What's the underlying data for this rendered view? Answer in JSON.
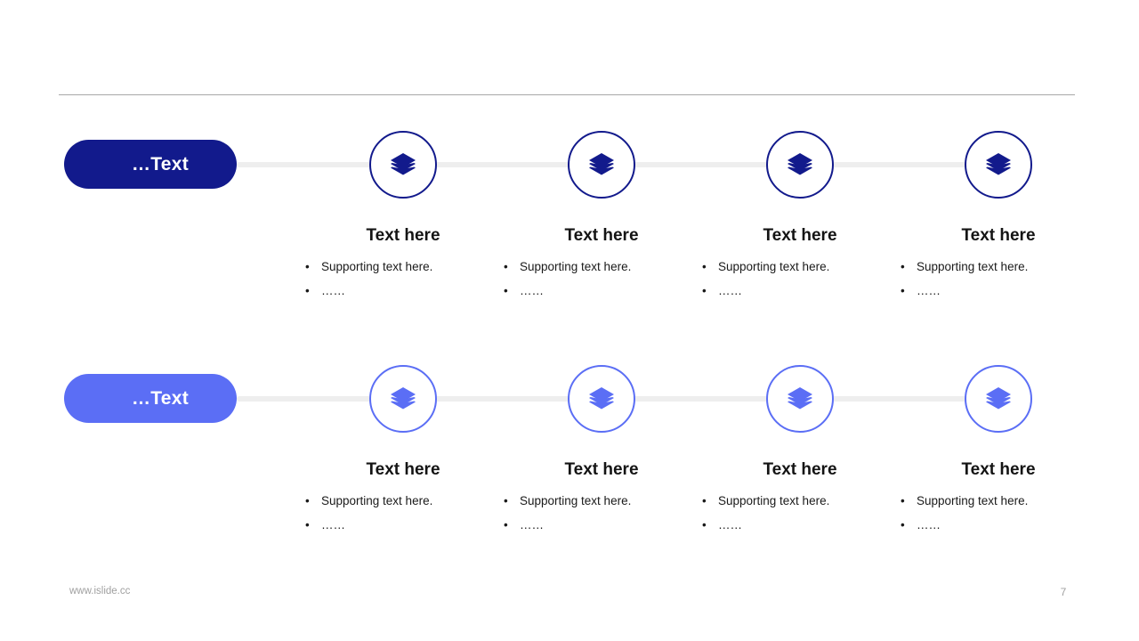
{
  "slide": {
    "background_color": "#ffffff",
    "divider_color": "#a8a8a8",
    "rail_color": "#eeeeee"
  },
  "theme": {
    "dark_blue": "#121a8c",
    "light_blue": "#5b6ef5",
    "title_color": "#141414",
    "body_color": "#1a1a1a",
    "footer_color": "#a0a0a0"
  },
  "rows": [
    {
      "id": "row-1",
      "accent": "#121a8c",
      "pill_label": "…Text",
      "nodes": [
        {
          "icon": "layers-icon",
          "title": "Text here",
          "bullets": [
            "Supporting text here.",
            "……"
          ]
        },
        {
          "icon": "layers-icon",
          "title": "Text here",
          "bullets": [
            "Supporting text here.",
            "……"
          ]
        },
        {
          "icon": "layers-icon",
          "title": "Text here",
          "bullets": [
            "Supporting text here.",
            "……"
          ]
        },
        {
          "icon": "layers-icon",
          "title": "Text here",
          "bullets": [
            "Supporting text here.",
            "……"
          ]
        }
      ]
    },
    {
      "id": "row-2",
      "accent": "#5b6ef5",
      "pill_label": "…Text",
      "nodes": [
        {
          "icon": "layers-icon",
          "title": "Text here",
          "bullets": [
            "Supporting text here.",
            "……"
          ]
        },
        {
          "icon": "layers-icon",
          "title": "Text here",
          "bullets": [
            "Supporting text here.",
            "……"
          ]
        },
        {
          "icon": "layers-icon",
          "title": "Text here",
          "bullets": [
            "Supporting text here.",
            "……"
          ]
        },
        {
          "icon": "layers-icon",
          "title": "Text here",
          "bullets": [
            "Supporting text here.",
            "……"
          ]
        }
      ]
    }
  ],
  "bullet_glyph": "•",
  "footer": {
    "url": "www.islide.cc",
    "page_number": "7"
  }
}
